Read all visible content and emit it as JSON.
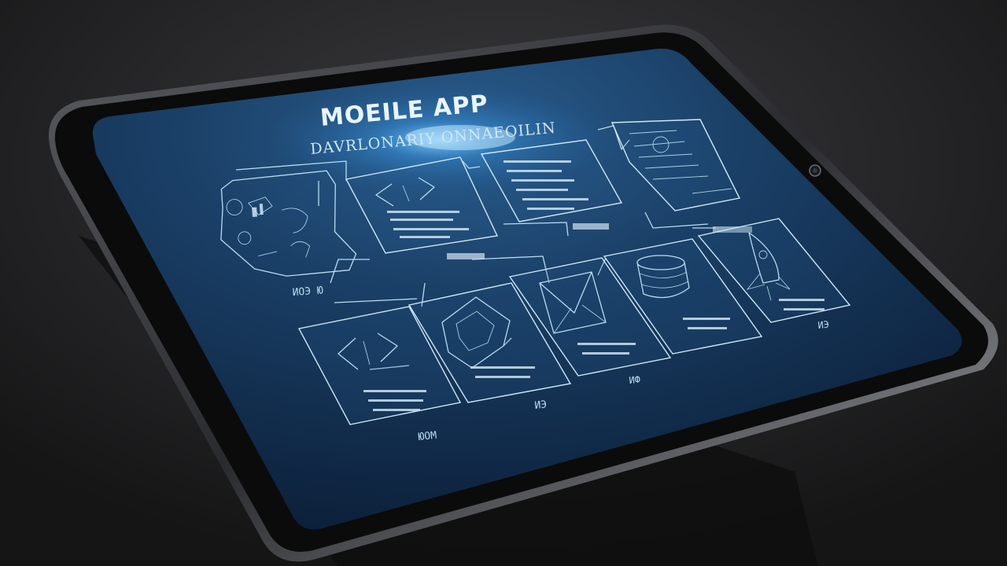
{
  "screen": {
    "title": "MOEILE APP",
    "subtitle": "DAVRLONARIY ONNAEOILIN"
  },
  "labels": {
    "left_group": "ИОЭ Ю",
    "bottom_left": "ЮОМ",
    "bottom_mid": "ИЭ",
    "bottom_db": "ИФ",
    "right_rocket": "ИЭ"
  },
  "icons": [
    "code-brackets-icon",
    "phone-wireframe-icon",
    "document-icon",
    "settings-sheet-icon",
    "network-diagram-icon",
    "shield-icon",
    "envelope-icon",
    "database-icon",
    "rocket-icon",
    "camera-lens-icon"
  ],
  "colors": {
    "screen_dark": "#0c1c33",
    "screen_mid": "#17365a",
    "glow": "#4fb6ff",
    "wireframe": "#cde8f8",
    "bezel": "#0b0b0c",
    "frame_edge": "#8a8d92"
  }
}
